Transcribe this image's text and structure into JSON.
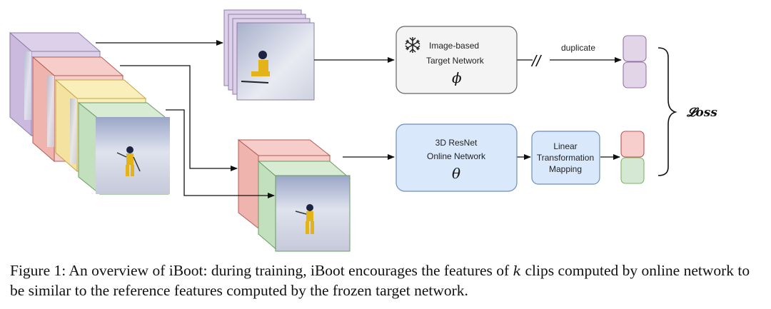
{
  "diagram": {
    "target_network": {
      "line1": "Image-based",
      "line2": "Target Network",
      "symbol": "ϕ"
    },
    "online_network": {
      "line1": "3D ResNet",
      "line2": "Online Network",
      "symbol": "θ"
    },
    "linear_mapping": {
      "line1": "Linear",
      "line2": "Transformation",
      "line3": "Mapping"
    },
    "duplicate_label": "duplicate",
    "break_mark": "//",
    "loss_label": "𝓛oss",
    "icons": {
      "target_network": "snowflake-icon"
    },
    "colors": {
      "clip_purple": "#ddd0ea",
      "clip_red": "#f6cdc8",
      "clip_yellow": "#faeebb",
      "clip_green": "#d7ecd3",
      "target_box": "#f4f4f4",
      "online_box": "#d9e8fb",
      "online_border": "#6c8ebf",
      "feature_purple": "#e1d5e7",
      "feature_red": "#f8cecc",
      "feature_green": "#d5e8d4"
    }
  },
  "caption": {
    "part1": "Figure 1: An overview of iBoot: during training, iBoot encourages the features of ",
    "k": "k",
    "part2": " clips computed by online network to be similar to the reference features computed by the frozen target network."
  }
}
